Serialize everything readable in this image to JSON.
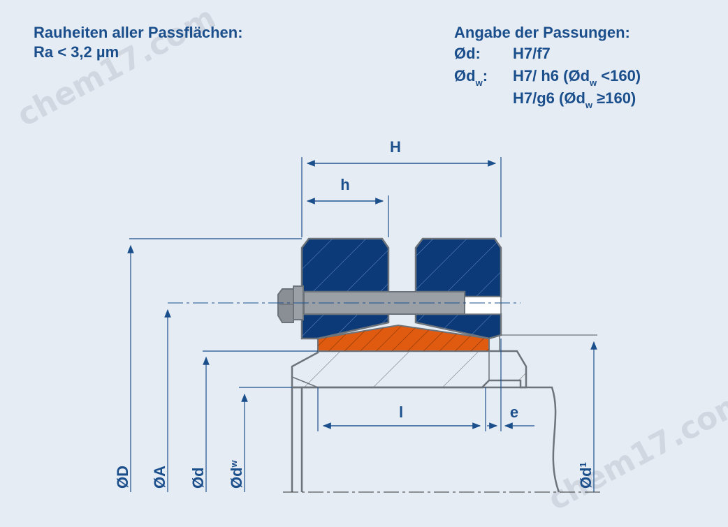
{
  "roughness": {
    "title": "Rauheiten aller Passflächen:",
    "value": "Ra  < 3,2 µm"
  },
  "fits": {
    "title": "Angabe der Passungen:",
    "d_label": "Ød:",
    "d_value": "H7/f7",
    "dw_label_prefix": "Ød",
    "dw_label_sub": "w",
    "dw_label_suffix": ":",
    "dw_value1_prefix": "H7/ h6 (Ød",
    "dw_value1_sub": "w",
    "dw_value1_suffix": " <160)",
    "dw_value2_prefix": "H7/g6 (Ød",
    "dw_value2_sub": "w",
    "dw_value2_suffix": " ≥160)"
  },
  "dimensions": {
    "H": "H",
    "h": "h",
    "l": "l",
    "e": "e",
    "D": "ØD",
    "A": "ØA",
    "d": "Ød",
    "dw": "Ød",
    "dw_sub": "w",
    "d1": "Ød",
    "d1_sub": "1"
  },
  "watermark": {
    "text1": "chem17.com",
    "text2": "chem17.com"
  },
  "colors": {
    "ring_blue": "#0c3a78",
    "cone_orange": "#e05a10",
    "bolt_gray": "#8a8f96",
    "line_blue": "#1b4f8c",
    "outline_gray": "#6d737a"
  }
}
